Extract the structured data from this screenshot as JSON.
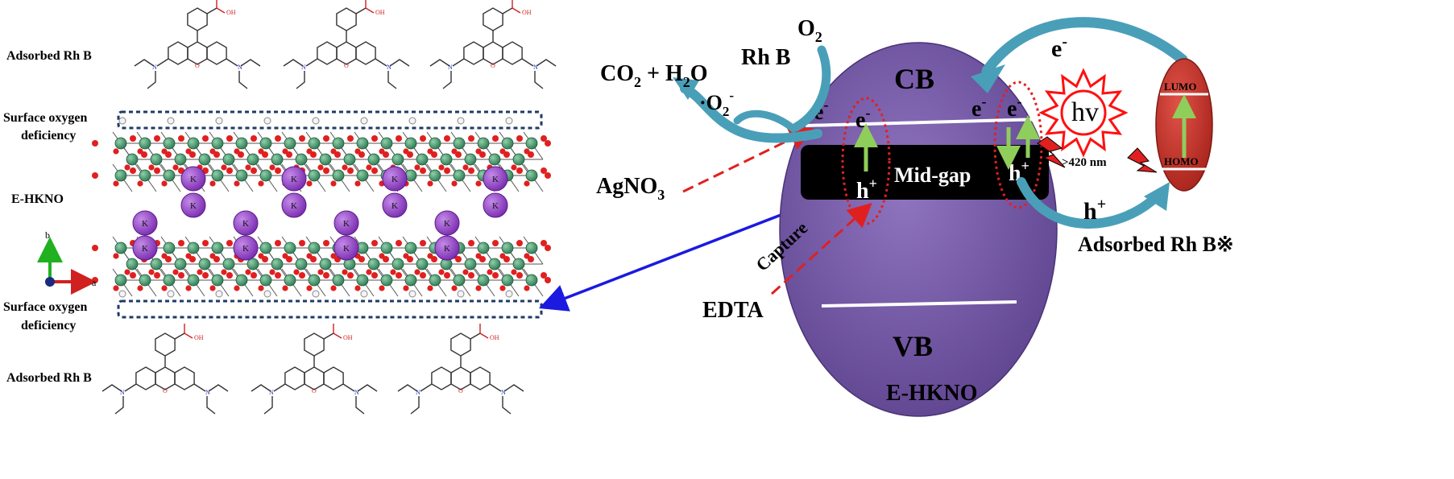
{
  "left": {
    "adsorbed_top": "Adsorbed Rh B",
    "surface_top_1": "Surface oxygen",
    "surface_top_2": "deficiency",
    "material": "E-HKNO",
    "surface_bot_1": "Surface oxygen",
    "surface_bot_2": "deficiency",
    "adsorbed_bot": "Adsorbed Rh B",
    "axis_b": "b",
    "axis_a": "a",
    "atom_k": "K",
    "oh": "OH",
    "o": "O",
    "n": "N"
  },
  "right": {
    "co2": "CO",
    "co2_sub": "2",
    "plus_h2o": " + H",
    "h2o_sub": "2",
    "h2o_o": "O",
    "rhb": "Rh B",
    "o2": "O",
    "o2_sub": "2",
    "superoxide": "·O",
    "superoxide_sub": "2",
    "superoxide_sup": "-",
    "cb": "CB",
    "vb": "VB",
    "midgap": "Mid-gap",
    "e": "e",
    "e_sup": "-",
    "h": "h",
    "h_sup": "+",
    "agno3": "AgNO",
    "agno3_sub": "3",
    "capture": "Capture",
    "edta": "EDTA",
    "material": "E-HKNO",
    "hv": "hv",
    "wavelength": ">420 nm",
    "lumo": "LUMO",
    "homo": "HOMO",
    "adsorbed": "Adsorbed Rh B※"
  },
  "colors": {
    "ellipse": "#7b5ea7",
    "midgap": "#000000",
    "arrow_cyan": "#4a9fb8",
    "arrow_green": "#8fce5a",
    "arrow_red": "#e02020",
    "arrow_blue": "#1a1ae0",
    "dye": "#c0392b",
    "sun": "#ff1010",
    "nb_atom": "#3f8f6a",
    "o_atom": "#e02020",
    "k_atom": "#8e3fc8"
  }
}
